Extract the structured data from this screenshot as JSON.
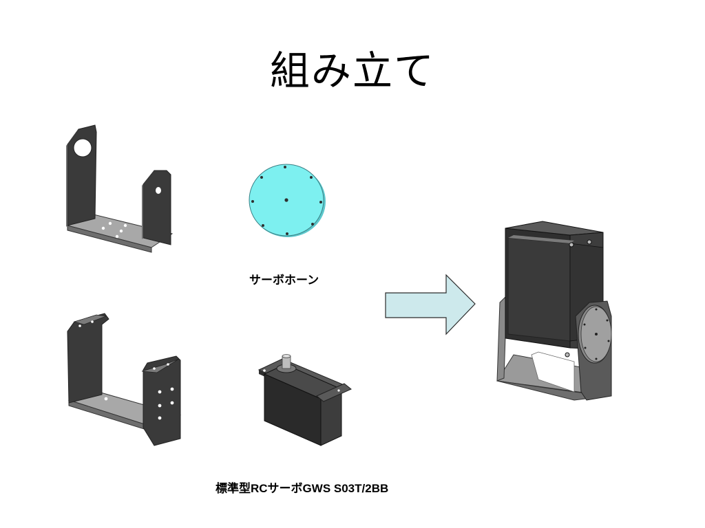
{
  "slide": {
    "title": "組み立て",
    "captions": {
      "servo_horn": "サーボホーン",
      "servo": "標準型RCサーボGWS S03T/2BB"
    }
  },
  "colors": {
    "background": "#ffffff",
    "part_dark": "#3a3a3a",
    "part_mid": "#6e6e6e",
    "part_light": "#a8a8a8",
    "servo_horn": "#7df0f0",
    "arrow_fill": "#cde9ec",
    "arrow_stroke": "#2a2a2a"
  },
  "icons": {
    "bracket_top": "u-bracket-with-holes-icon",
    "bracket_bottom": "u-bracket-flanged-icon",
    "servo_horn": "servo-horn-disc-icon",
    "servo": "rc-servo-icon",
    "arrow": "right-arrow-icon",
    "assembly": "assembled-pan-tilt-icon"
  }
}
